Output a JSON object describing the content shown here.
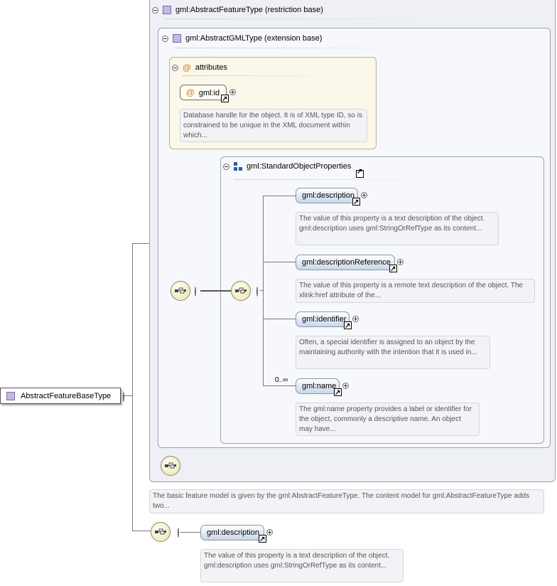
{
  "root": {
    "label": "AbstractFeatureBaseType"
  },
  "restriction": {
    "label": "gml:AbstractFeatureType (restriction base)"
  },
  "extension": {
    "label": "gml:AbstractGMLType (extension base)"
  },
  "attributes_group": {
    "label": "attributes",
    "attr_id": {
      "label": "gml:id",
      "doc": "Database handle for the object. It is of XML type ID, so is constrained to be unique in the XML document within which..."
    }
  },
  "standard_props": {
    "label": "gml:StandardObjectProperties",
    "elements": [
      {
        "label": "gml:description",
        "doc": "The value of this property is a text description of the object. gml:description uses gml:StringOrRefType as its content..."
      },
      {
        "label": "gml:descriptionReference",
        "doc": "The value of this property is a remote text description of the object. The xlink:href attribute of the..."
      },
      {
        "label": "gml:identifier",
        "doc": "Often, a special identifier is assigned to an object by the maintaining authority with the intention that it is used in..."
      },
      {
        "label": "gml:name",
        "occurrence": "0..∞",
        "doc": "The gml:name property provides a label or identifier for the object, commonly a descriptive name. An object may have..."
      }
    ]
  },
  "feature_doc": "The basic feature model is given by the gml:AbstractFeatureType. The content model for gml:AbstractFeatureType adds two...",
  "bottom_element": {
    "label": "gml:description",
    "doc": "The value of this property is a text description of the object. gml:description uses gml:StringOrRefType as its content..."
  }
}
